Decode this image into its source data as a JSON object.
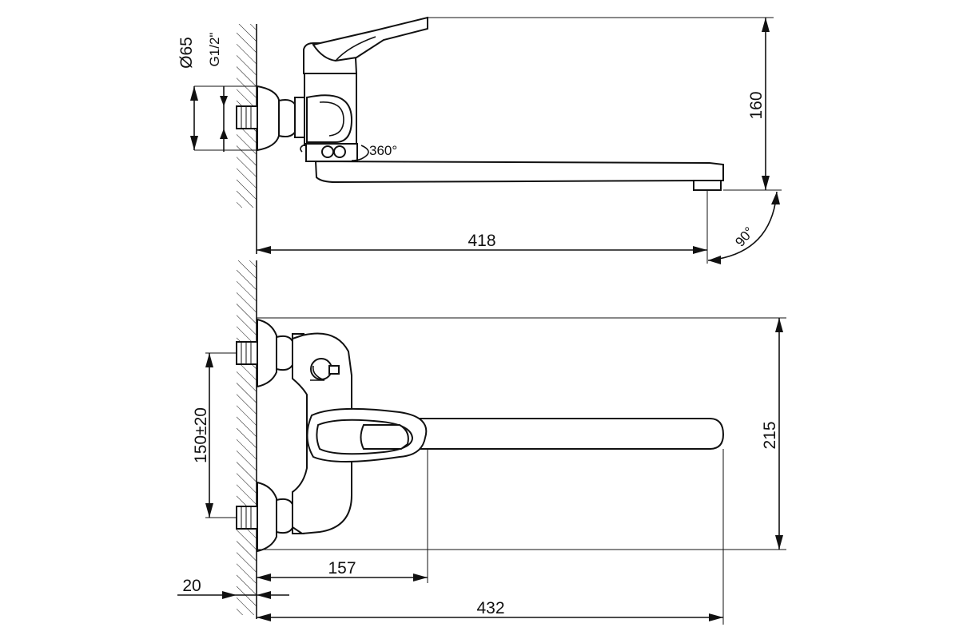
{
  "dimensions": {
    "wall_flange_diameter": "Ø65",
    "thread": "G1/2\"",
    "height": "160",
    "swivel": "360°",
    "spout_reach": "418",
    "spout_angle": "90°",
    "eccentric_spacing": "150±20",
    "total_width": "215",
    "body_projection": "157",
    "wall_offset": "20",
    "overall_length": "432"
  }
}
